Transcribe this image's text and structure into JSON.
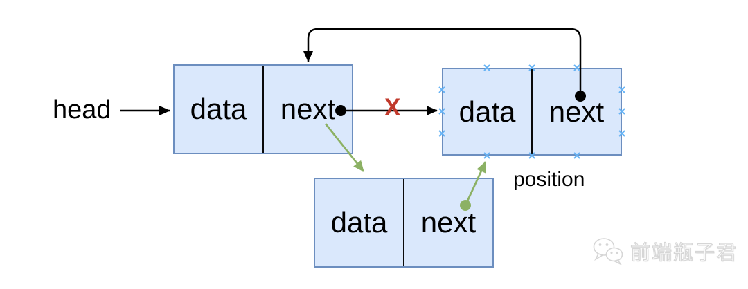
{
  "diagram": {
    "head_label": "head",
    "position_label": "position",
    "broken_link_marker": "X",
    "nodes": [
      {
        "id": "node-1",
        "data_label": "data",
        "next_label": "next"
      },
      {
        "id": "node-2",
        "data_label": "data",
        "next_label": "next"
      },
      {
        "id": "node-3",
        "data_label": "data",
        "next_label": "next"
      }
    ],
    "colors": {
      "node_fill": "#dae8fc",
      "node_border": "#6c8ebf",
      "arrow_black": "#000000",
      "arrow_green": "#8cb164",
      "broken_x": "#c0392b",
      "connection_point": "#66b3f5"
    }
  },
  "watermark": {
    "icon": "wechat-icon",
    "text": "前端瓶子君"
  }
}
